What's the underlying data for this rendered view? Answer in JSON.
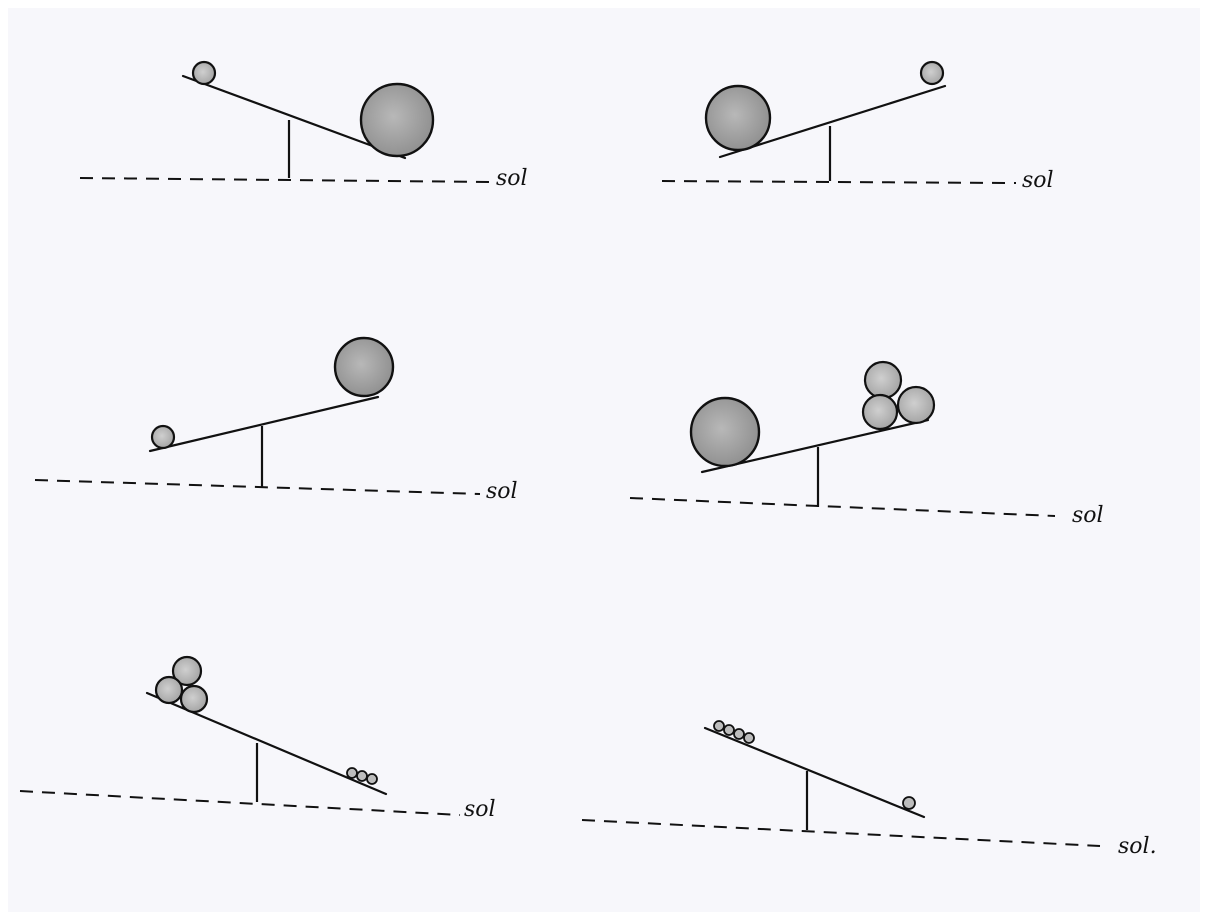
{
  "diagram": {
    "ground_label": "sol",
    "panels": [
      {
        "id": "top-left",
        "ground_label": "sol"
      },
      {
        "id": "top-right",
        "ground_label": "sol"
      },
      {
        "id": "middle-left",
        "ground_label": "sol"
      },
      {
        "id": "middle-right",
        "ground_label": "sol"
      },
      {
        "id": "bottom-left",
        "ground_label": "sol"
      },
      {
        "id": "bottom-right",
        "ground_label": "sol."
      }
    ]
  },
  "colors": {
    "paper": "#f7f7fb",
    "ink": "#111111",
    "pencil_shading": "#9a9a9a"
  }
}
